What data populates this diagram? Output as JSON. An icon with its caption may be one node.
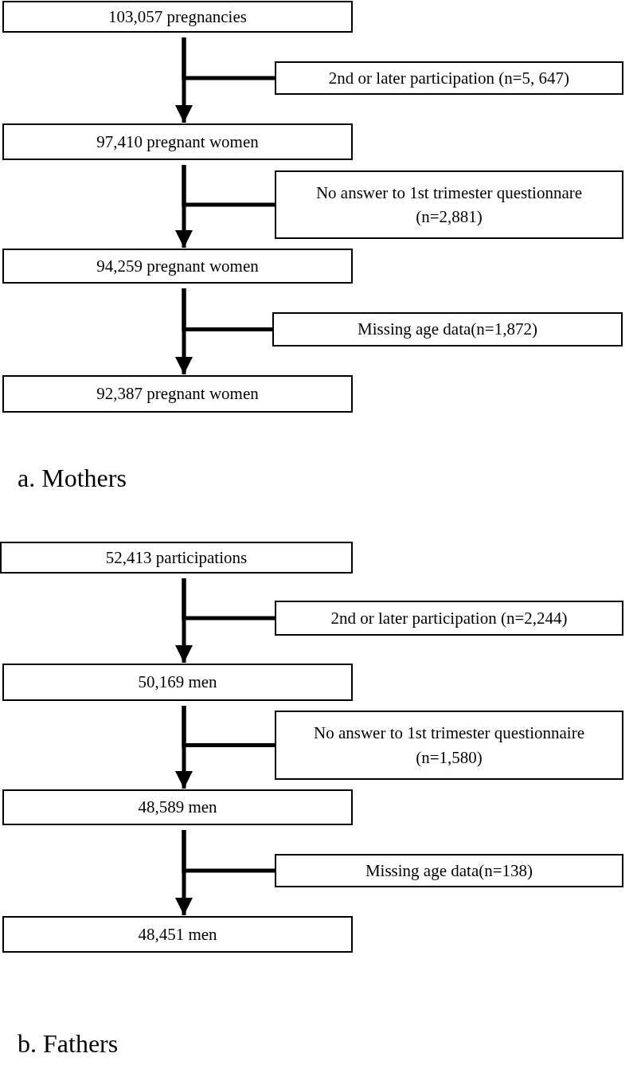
{
  "diagram": {
    "nodes": [
      {
        "text": [
          "103,057 pregnancies"
        ]
      },
      {
        "text": [
          "2nd or later participation (n=5, 647)"
        ]
      },
      {
        "text": [
          "97,410 pregnant women"
        ]
      },
      {
        "text": [
          "No answer to 1st trimester questionnare (n=2,881)"
        ]
      },
      {
        "text": [
          "94,259 pregnant women"
        ]
      },
      {
        "text": [
          "Missing age data(n=1,872)"
        ]
      },
      {
        "text": [
          "92,387 pregnant women"
        ]
      },
      {
        "text": [
          "52,413 participations"
        ]
      },
      {
        "text": [
          "2nd or later participation (n=2,244)"
        ]
      },
      {
        "text": [
          "50,169 men"
        ]
      },
      {
        "text": [
          "No answer to 1st trimester questionnaire (n=1,580)"
        ]
      },
      {
        "text": [
          "48,589 men"
        ]
      },
      {
        "text": [
          "Missing age data(n=138)"
        ]
      },
      {
        "text": [
          "48,451 men"
        ]
      }
    ],
    "edges": [
      {
        "from": 0,
        "to": 2,
        "arrow": "to"
      },
      {
        "from": 0,
        "to": 1,
        "arrow": "none"
      },
      {
        "from": 2,
        "to": 4,
        "arrow": "to"
      },
      {
        "from": 2,
        "to": 3,
        "arrow": "none"
      },
      {
        "from": 4,
        "to": 6,
        "arrow": "to"
      },
      {
        "from": 4,
        "to": 5,
        "arrow": "none"
      },
      {
        "from": 7,
        "to": 9,
        "arrow": "to"
      },
      {
        "from": 7,
        "to": 8,
        "arrow": "none"
      },
      {
        "from": 9,
        "to": 11,
        "arrow": "to"
      },
      {
        "from": 9,
        "to": 10,
        "arrow": "none"
      },
      {
        "from": 11,
        "to": 13,
        "arrow": "to"
      },
      {
        "from": 11,
        "to": 12,
        "arrow": "none"
      }
    ],
    "labels": [
      "a. Mothers",
      "b. Fathers"
    ]
  }
}
